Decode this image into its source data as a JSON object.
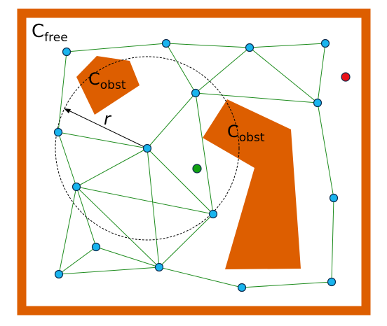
{
  "labels": {
    "free_main": "C",
    "free_sub": "free",
    "obst1_main": "C",
    "obst1_sub": "obst",
    "obst2_main": "C",
    "obst2_sub": "obst",
    "radius": "r"
  },
  "colors": {
    "frame": "#dd5e00",
    "obstacle": "#dd5e00",
    "edge": "#1e8c1e",
    "node_fill": "#19b4ee",
    "node_stroke": "#0b2a4d",
    "start": "#11a011",
    "goal": "#e8121a"
  }
}
